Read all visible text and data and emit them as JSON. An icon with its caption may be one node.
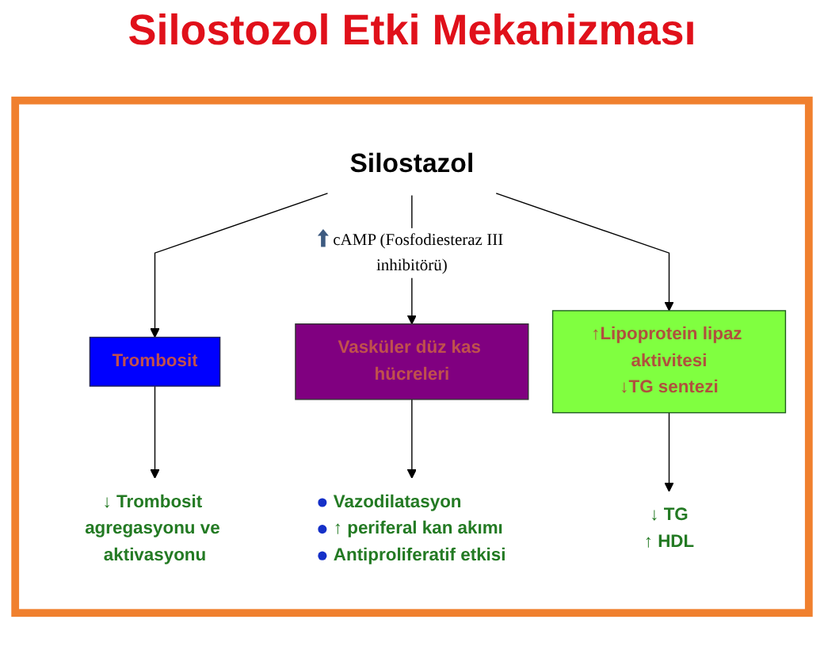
{
  "diagram": {
    "title": "Silostozol Etki Mekanizması",
    "nodes": [
      {
        "text": [],
        "shape": "box"
      },
      {
        "text": [
          "Silostazol"
        ],
        "in": 0
      },
      {
        "text": [
          "Trombosit"
        ],
        "in": 0
      },
      {
        "text": [
          "Vasküler düz kas hücreleri"
        ],
        "in": 0
      },
      {
        "text": [
          "↑Lipoprotein lipaz aktivitesi",
          "↓TG sentezi"
        ],
        "in": 0
      },
      {
        "text": [
          "↓ Trombosit agregasyonu ve aktivasyonu"
        ],
        "in": 0
      },
      {
        "text": [
          "Vazodilatasyon",
          "↑ periferal kan akımı",
          "Antiproliferatif etkisi"
        ],
        "in": 0
      },
      {
        "text": [
          "↓ TG",
          "↑ HDL"
        ],
        "in": 0
      }
    ],
    "edges": [
      {
        "from": 1,
        "to": 2,
        "arrow": "to"
      },
      {
        "from": 1,
        "to": 3,
        "arrow": "to",
        "label": "cAMP (Fosfodiesteraz III inhibitörü)"
      },
      {
        "from": 1,
        "to": 4,
        "arrow": "to"
      },
      {
        "from": 2,
        "to": 5,
        "arrow": "to"
      },
      {
        "from": 3,
        "to": 6,
        "arrow": "to"
      },
      {
        "from": 4,
        "to": 7,
        "arrow": "to"
      }
    ]
  }
}
